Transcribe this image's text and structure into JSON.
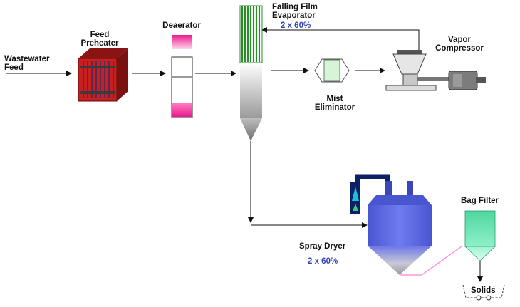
{
  "labels": {
    "wastewater_feed": "Wastewater\nFeed",
    "feed_preheater": "Feed\nPreheater",
    "deaerator": "Deaerator",
    "falling_film_evaporator": "Falling Film\nEvaporator",
    "evaporator_capacity": "2 x 60%",
    "vapor_compressor": "Vapor\nCompressor",
    "mist_eliminator": "Mist\nEliminator",
    "spray_dryer": "Spray Dryer",
    "spray_dryer_capacity": "2 x 60%",
    "bag_filter": "Bag Filter",
    "solids": "Solids"
  },
  "colors": {
    "arrow": "#111111",
    "capacity_text": "#3344bb",
    "deaerator_fill": "#e8198c",
    "evaporator_tubes": "#2e8b2e",
    "spray_dryer_fill": "#5d6be0",
    "bag_filter_fill": "#6ee0b4",
    "mist_eliminator_fill": "#d6f5d6",
    "transfer_line": "#ff99dd"
  },
  "icons": {
    "preheater": "plate-heat-exchanger-icon",
    "compressor": "vapor-compressor-icon",
    "exhaust": "exhaust-fan-icon"
  }
}
